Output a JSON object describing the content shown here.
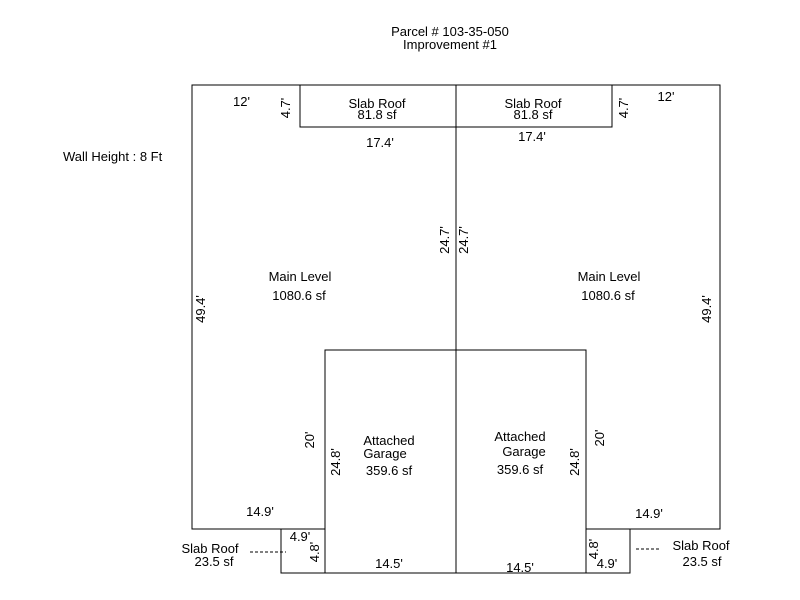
{
  "header": {
    "parcel": "Parcel # 103-35-050",
    "improvement": "Improvement #1"
  },
  "wall_height": "Wall Height : 8 Ft",
  "left_unit": {
    "slab_roof_label": "Slab Roof",
    "slab_roof_area": "81.8 sf",
    "slab_roof_width": "17.4'",
    "slab_roof_depth": "4.7'",
    "top_offset": "12'",
    "main_label": "Main Level",
    "main_area": "1080.6 sf",
    "outer_height": "49.4'",
    "party_wall": "24.7'",
    "garage_label_1": "Attached",
    "garage_label_2": "Garage",
    "garage_area": "359.6 sf",
    "garage_side_outer": "20'",
    "garage_side_inner": "24.8'",
    "bottom_offset": "14.9'",
    "garage_width": "14.5'",
    "small_slab_label": "Slab Roof",
    "small_slab_area": "23.5 sf",
    "small_slab_width": "4.9'",
    "small_slab_depth": "4.8'"
  },
  "right_unit": {
    "slab_roof_label": "Slab Roof",
    "slab_roof_area": "81.8 sf",
    "slab_roof_width": "17.4'",
    "slab_roof_depth": "4.7'",
    "top_offset": "12'",
    "main_label": "Main Level",
    "main_area": "1080.6 sf",
    "outer_height": "49.4'",
    "party_wall": "24.7'",
    "garage_label_1": "Attached",
    "garage_label_2": "Garage",
    "garage_area": "359.6 sf",
    "garage_side_outer": "20'",
    "garage_side_inner": "24.8'",
    "bottom_offset": "14.9'",
    "garage_width": "14.5'",
    "small_slab_label": "Slab Roof",
    "small_slab_area": "23.5 sf",
    "small_slab_width": "4.9'",
    "small_slab_depth": "4.8'"
  }
}
